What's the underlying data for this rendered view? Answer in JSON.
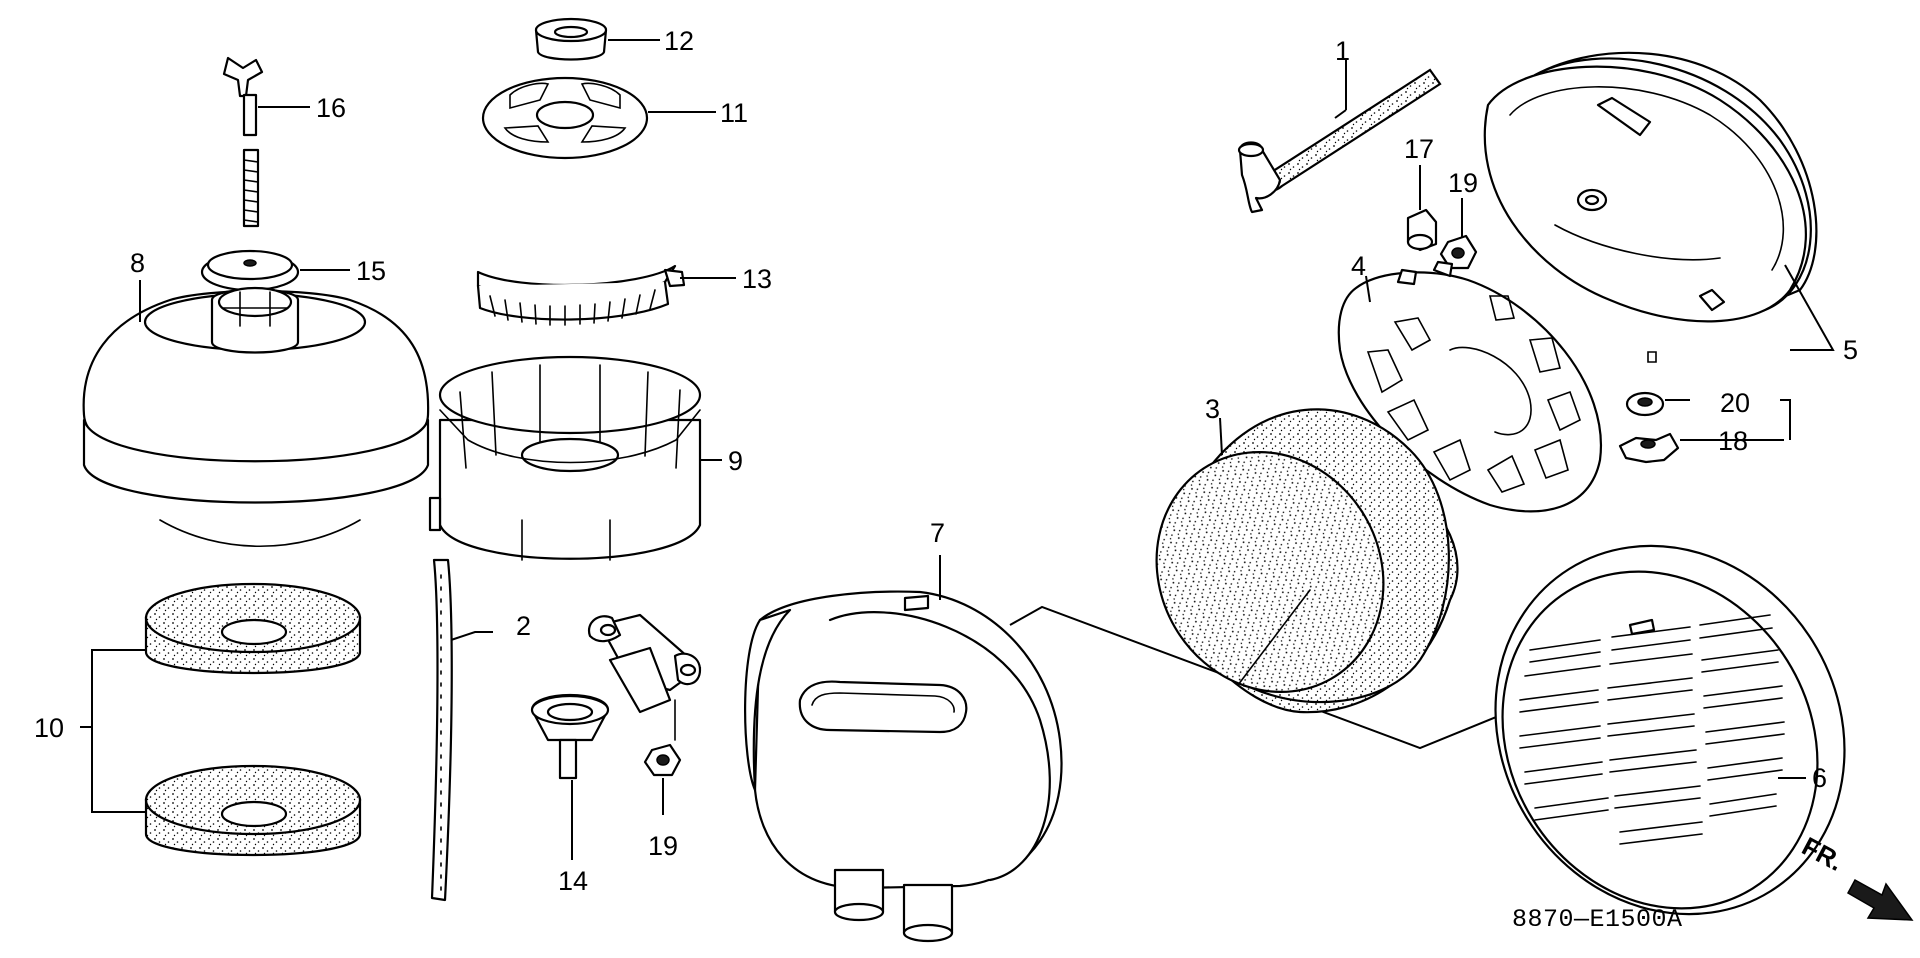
{
  "diagram_code": "8870—E1500A",
  "direction_label": "FR.",
  "parts": [
    {
      "id": "1",
      "label": "1"
    },
    {
      "id": "2",
      "label": "2"
    },
    {
      "id": "3",
      "label": "3"
    },
    {
      "id": "4",
      "label": "4"
    },
    {
      "id": "5",
      "label": "5"
    },
    {
      "id": "6",
      "label": "6"
    },
    {
      "id": "7",
      "label": "7"
    },
    {
      "id": "8",
      "label": "8"
    },
    {
      "id": "9",
      "label": "9"
    },
    {
      "id": "10",
      "label": "10"
    },
    {
      "id": "11",
      "label": "11"
    },
    {
      "id": "12",
      "label": "12"
    },
    {
      "id": "13",
      "label": "13"
    },
    {
      "id": "14",
      "label": "14"
    },
    {
      "id": "15",
      "label": "15"
    },
    {
      "id": "16",
      "label": "16"
    },
    {
      "id": "17",
      "label": "17"
    },
    {
      "id": "18",
      "label": "18"
    },
    {
      "id": "19a",
      "label": "19"
    },
    {
      "id": "19b",
      "label": "19"
    },
    {
      "id": "20",
      "label": "20"
    }
  ]
}
